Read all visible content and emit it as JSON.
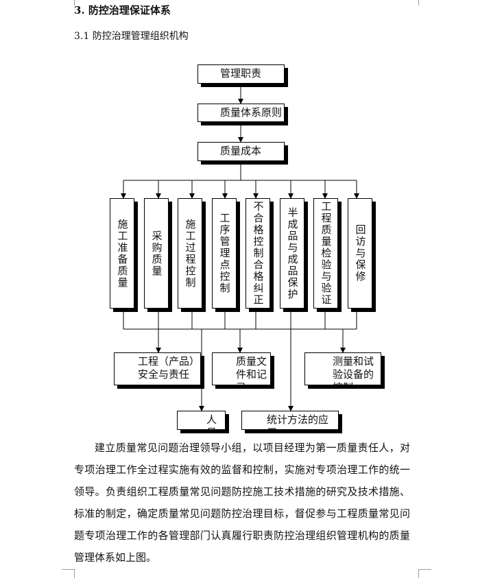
{
  "section_title": "3. 防控治理保证体系",
  "subsection_title": "3.1 防控治理管理组织机构",
  "diagram": {
    "top_nodes": [
      "管理职责",
      "质量体系原则",
      "质量成本"
    ],
    "middle_nodes": [
      "施工准备质量",
      "采购质量",
      "施工过程控制",
      "工序管理点控制",
      "不合格控制合格纠正",
      "半成品与成品保护",
      "工程质量检验与验证",
      "回访与保修"
    ],
    "bottom_nodes": [
      "工程（产品）安全与责任",
      "质量文件和记录",
      "测量和试验设备的控制",
      "人员",
      "统计方法的应用"
    ]
  },
  "paragraph": "建立质量常见问题治理领导小组，以项目经理为第一质量责任人，对专项治理工作全过程实施有效的监督和控制，实施对专项治理工作的统一领导。负责组织工程质量常见问题防控施工技术措施的研究及技术措施、标准的制定，确定质量常见问题防控治理目标，督促参与工程质量常见问题专项治理工作的各管理部门认真履行职责防控治理组织管理机构的质量管理体系如上图。"
}
